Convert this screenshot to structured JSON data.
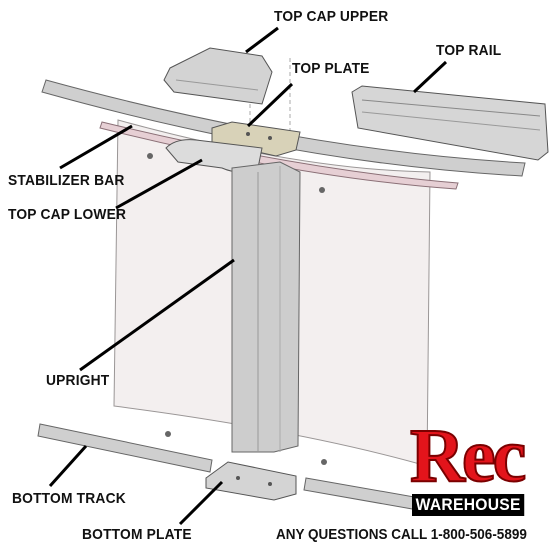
{
  "labels": {
    "top_cap_upper": "TOP CAP UPPER",
    "top_plate": "TOP PLATE",
    "top_rail": "TOP RAIL",
    "stabilizer_bar": "STABILIZER BAR",
    "top_cap_lower": "TOP CAP LOWER",
    "upright": "UPRIGHT",
    "bottom_track": "BOTTOM TRACK",
    "bottom_plate": "BOTTOM PLATE"
  },
  "brand": {
    "logo_text": "Rec",
    "sub_text": "WAREHOUSE"
  },
  "contact_line": "ANY QUESTIONS CALL 1-800-506-5899",
  "colors": {
    "brand_red": "#e3141b",
    "wall": "#f3efef",
    "part_gray": "#c9c9c9",
    "stabilizer": "#e6cfd4"
  }
}
